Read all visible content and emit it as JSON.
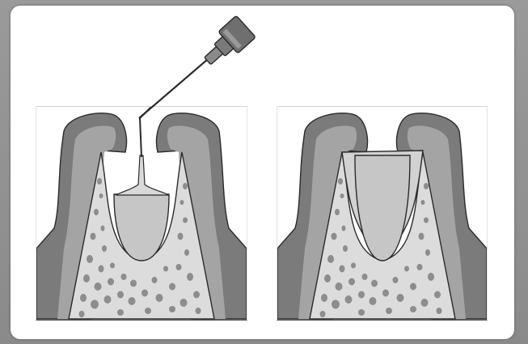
{
  "figure": {
    "panels": [
      {
        "id": "left",
        "state": "gingival retraction with needle tip applying fluid into sulcus"
      },
      {
        "id": "right",
        "state": "sulcus filled"
      }
    ],
    "colors": {
      "gingiva_outer": "#7b7b7b",
      "gingiva_inner": "#a4a4a4",
      "bone": "#dcdcdc",
      "root": "#c6c6c6",
      "fill": "#cfcfcf",
      "outline": "#2a2a2a",
      "marrow_spaces": "#8d8d8d",
      "syringe": "#6f6f6f"
    }
  }
}
